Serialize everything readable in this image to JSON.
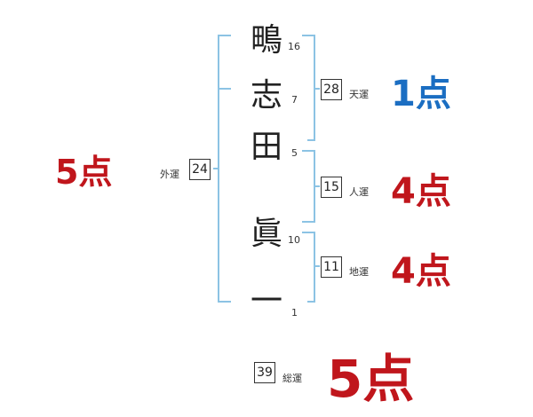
{
  "colors": {
    "bracket": "#8cc3e4",
    "score_red": "#c0161c",
    "score_blue": "#1b6ec2"
  },
  "name": {
    "chars": [
      {
        "char": "鴫",
        "strokes": "16"
      },
      {
        "char": "志",
        "strokes": "7"
      },
      {
        "char": "田",
        "strokes": "5"
      },
      {
        "char": "眞",
        "strokes": "10"
      },
      {
        "char": "一",
        "strokes": "1"
      }
    ]
  },
  "luck": {
    "outer": {
      "label": "外運",
      "value": "24",
      "score": "5点",
      "color": "#c0161c"
    },
    "heaven": {
      "label": "天運",
      "value": "28",
      "score": "1点",
      "color": "#1b6ec2"
    },
    "person": {
      "label": "人運",
      "value": "15",
      "score": "4点",
      "color": "#c0161c"
    },
    "earth": {
      "label": "地運",
      "value": "11",
      "score": "4点",
      "color": "#c0161c"
    },
    "total": {
      "label": "総運",
      "value": "39",
      "score": "5点",
      "color": "#c0161c"
    }
  }
}
